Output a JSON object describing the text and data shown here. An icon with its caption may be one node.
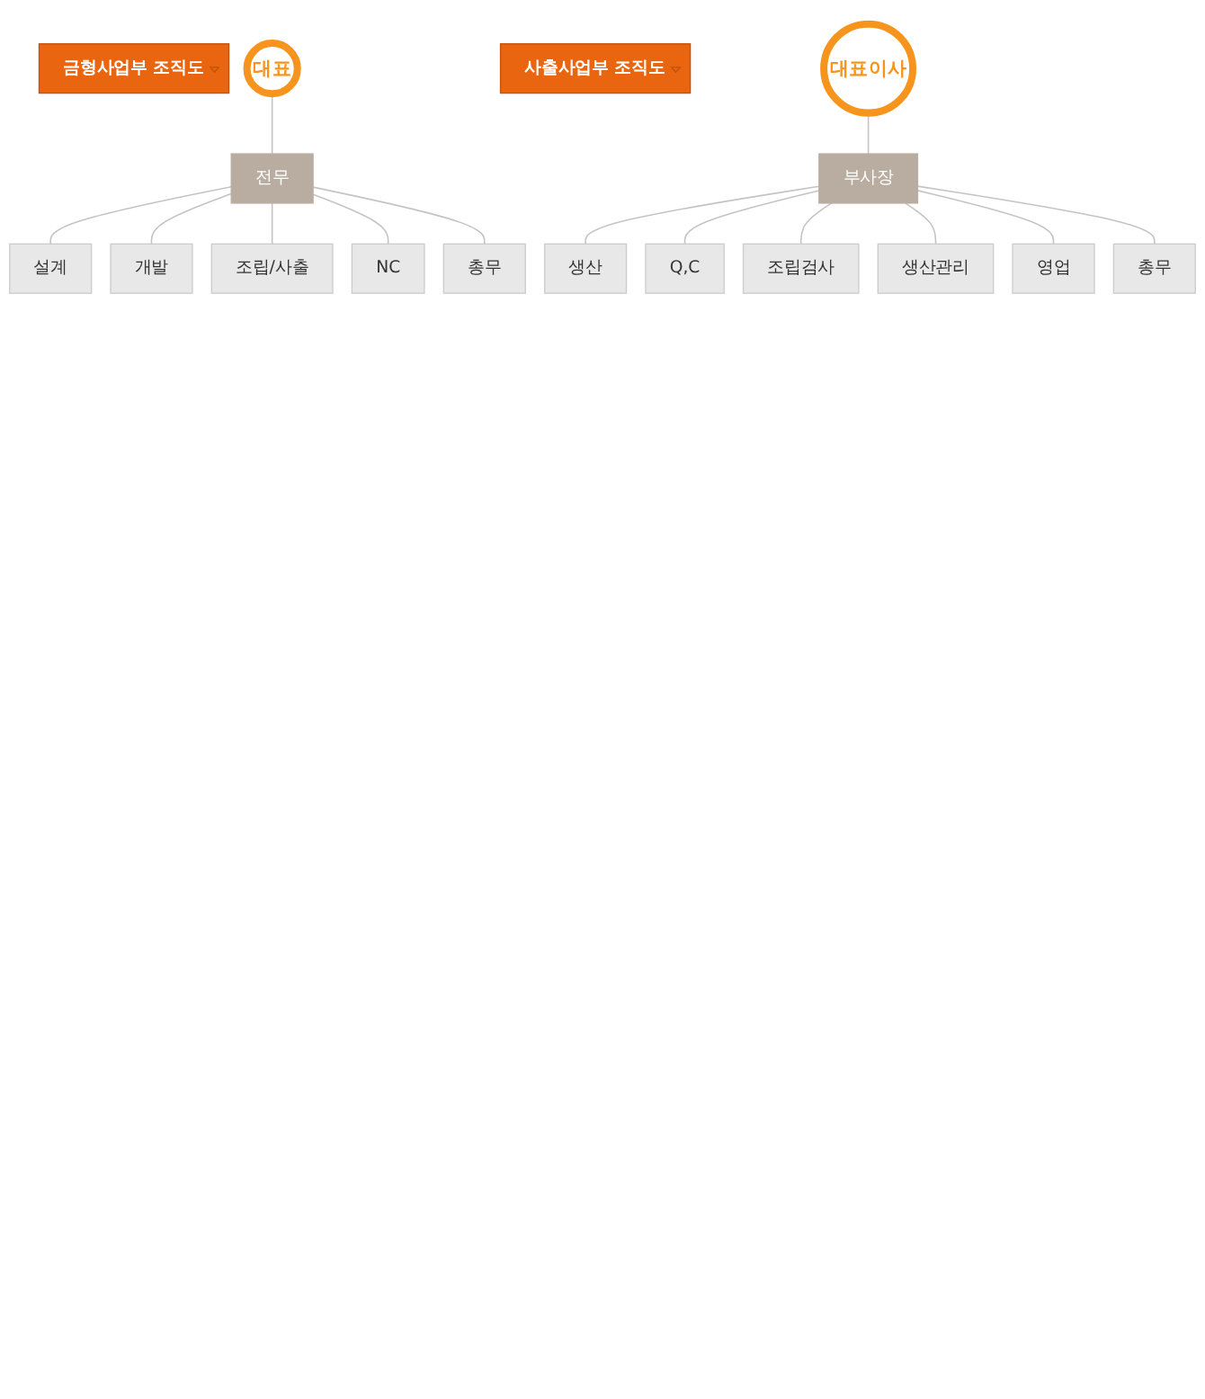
{
  "diagram": {
    "nodes": [
      {
        "text": [
          "금형사업부 조직도"
        ]
      },
      {
        "text": [
          "대표"
        ]
      },
      {
        "text": [
          "전무"
        ]
      },
      {
        "text": [
          "설계"
        ]
      },
      {
        "text": [
          "개발"
        ]
      },
      {
        "text": [
          "조립/사출"
        ]
      },
      {
        "text": [
          "NC"
        ]
      },
      {
        "text": [
          "총무"
        ]
      },
      {
        "text": [
          "사출사업부 조직도"
        ]
      },
      {
        "text": [
          "대표이사"
        ]
      },
      {
        "text": [
          "부사장"
        ]
      },
      {
        "text": [
          "생산"
        ]
      },
      {
        "text": [
          "Q,C"
        ]
      },
      {
        "text": [
          "조립검사"
        ]
      },
      {
        "text": [
          "생산관리"
        ]
      },
      {
        "text": [
          "영업"
        ]
      },
      {
        "text": [
          "총무"
        ]
      }
    ],
    "edges": [
      {
        "from": 1,
        "to": 2,
        "arrow": "none"
      },
      {
        "from": 2,
        "to": 3,
        "arrow": "none"
      },
      {
        "from": 2,
        "to": 4,
        "arrow": "none"
      },
      {
        "from": 2,
        "to": 5,
        "arrow": "none"
      },
      {
        "from": 2,
        "to": 6,
        "arrow": "none"
      },
      {
        "from": 2,
        "to": 7,
        "arrow": "none"
      },
      {
        "from": 9,
        "to": 10,
        "arrow": "none"
      },
      {
        "from": 10,
        "to": 11,
        "arrow": "none"
      },
      {
        "from": 10,
        "to": 12,
        "arrow": "none"
      },
      {
        "from": 10,
        "to": 13,
        "arrow": "none"
      },
      {
        "from": 10,
        "to": 14,
        "arrow": "none"
      },
      {
        "from": 10,
        "to": 15,
        "arrow": "none"
      },
      {
        "from": 10,
        "to": 16,
        "arrow": "none"
      }
    ]
  }
}
